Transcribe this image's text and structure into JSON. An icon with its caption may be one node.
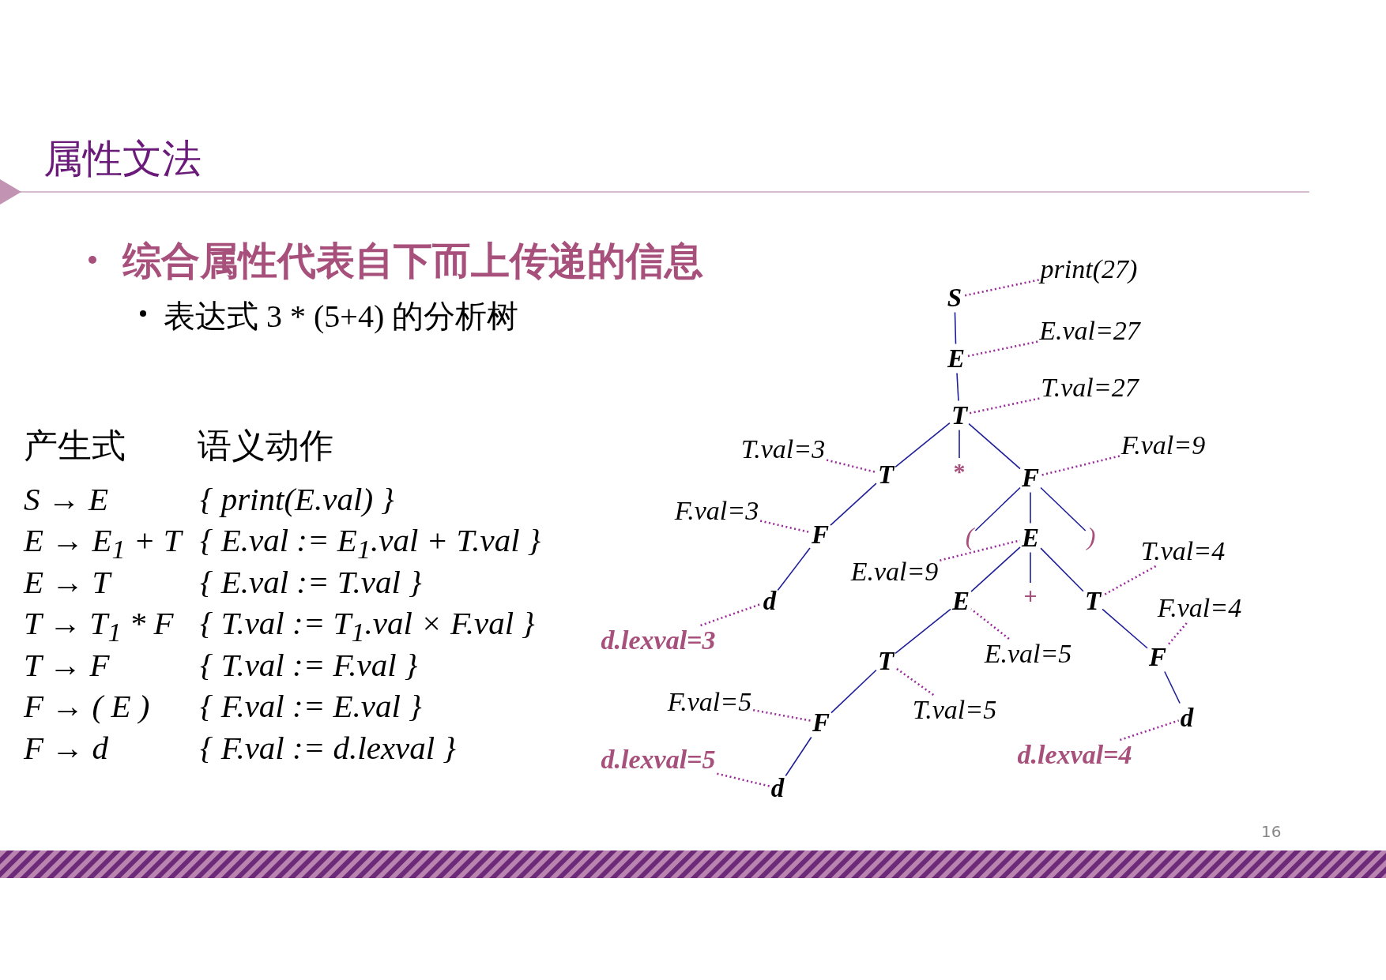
{
  "diagram": {
    "title": "属性文法",
    "nodes": [
      {
        "text": [
          "S"
        ]
      },
      {
        "text": [
          "E"
        ]
      },
      {
        "text": [
          "T"
        ]
      },
      {
        "text": [
          "T"
        ]
      },
      {
        "text": [
          "*"
        ]
      },
      {
        "text": [
          "F"
        ]
      },
      {
        "text": [
          "F"
        ]
      },
      {
        "text": [
          "("
        ]
      },
      {
        "text": [
          "E"
        ]
      },
      {
        "text": [
          ")"
        ]
      },
      {
        "text": [
          "d"
        ]
      },
      {
        "text": [
          "E"
        ]
      },
      {
        "text": [
          "+"
        ]
      },
      {
        "text": [
          "T"
        ]
      },
      {
        "text": [
          "T"
        ]
      },
      {
        "text": [
          "F"
        ]
      },
      {
        "text": [
          "F"
        ]
      },
      {
        "text": [
          "d"
        ]
      },
      {
        "text": [
          "d"
        ]
      },
      {
        "text": [
          "print(27)"
        ]
      },
      {
        "text": [
          "E.val=27"
        ]
      },
      {
        "text": [
          "T.val=27"
        ]
      },
      {
        "text": [
          "T.val=3"
        ]
      },
      {
        "text": [
          "F.val=9"
        ]
      },
      {
        "text": [
          "F.val=3"
        ]
      },
      {
        "text": [
          "E.val=9"
        ]
      },
      {
        "text": [
          "T.val=4"
        ]
      },
      {
        "text": [
          "F.val=4"
        ]
      },
      {
        "text": [
          "d.lexval=3"
        ]
      },
      {
        "text": [
          "E.val=5"
        ]
      },
      {
        "text": [
          "T.val=5"
        ]
      },
      {
        "text": [
          "F.val=5"
        ]
      },
      {
        "text": [
          "d.lexval=5"
        ]
      },
      {
        "text": [
          "d.lexval=4"
        ]
      }
    ],
    "edges": [
      {
        "from": 0,
        "to": 1,
        "arrow": "none"
      },
      {
        "from": 1,
        "to": 2,
        "arrow": "none"
      },
      {
        "from": 2,
        "to": 3,
        "arrow": "none"
      },
      {
        "from": 2,
        "to": 4,
        "arrow": "none"
      },
      {
        "from": 2,
        "to": 5,
        "arrow": "none"
      },
      {
        "from": 3,
        "to": 6,
        "arrow": "none"
      },
      {
        "from": 6,
        "to": 10,
        "arrow": "none"
      },
      {
        "from": 5,
        "to": 7,
        "arrow": "none"
      },
      {
        "from": 5,
        "to": 8,
        "arrow": "none"
      },
      {
        "from": 5,
        "to": 9,
        "arrow": "none"
      },
      {
        "from": 8,
        "to": 11,
        "arrow": "none"
      },
      {
        "from": 8,
        "to": 12,
        "arrow": "none"
      },
      {
        "from": 8,
        "to": 13,
        "arrow": "none"
      },
      {
        "from": 11,
        "to": 14,
        "arrow": "none"
      },
      {
        "from": 14,
        "to": 16,
        "arrow": "none"
      },
      {
        "from": 16,
        "to": 18,
        "arrow": "none"
      },
      {
        "from": 13,
        "to": 15,
        "arrow": "none"
      },
      {
        "from": 15,
        "to": 17,
        "arrow": "none"
      },
      {
        "from": 19,
        "to": 0,
        "arrow": "none",
        "style": "dashed",
        "color": "#9b2a9b"
      },
      {
        "from": 20,
        "to": 1,
        "arrow": "none",
        "style": "dashed",
        "color": "#9b2a9b"
      },
      {
        "from": 21,
        "to": 2,
        "arrow": "none",
        "style": "dashed",
        "color": "#9b2a9b"
      },
      {
        "from": 22,
        "to": 3,
        "arrow": "none",
        "style": "dashed",
        "color": "#9b2a9b"
      },
      {
        "from": 23,
        "to": 5,
        "arrow": "none",
        "style": "dashed",
        "color": "#9b2a9b"
      },
      {
        "from": 24,
        "to": 6,
        "arrow": "none",
        "style": "dashed",
        "color": "#9b2a9b"
      },
      {
        "from": 25,
        "to": 8,
        "arrow": "none",
        "style": "dashed",
        "color": "#9b2a9b"
      },
      {
        "from": 26,
        "to": 13,
        "arrow": "none",
        "style": "dashed",
        "color": "#9b2a9b"
      },
      {
        "from": 27,
        "to": 15,
        "arrow": "none",
        "style": "dashed",
        "color": "#9b2a9b"
      },
      {
        "from": 28,
        "to": 10,
        "arrow": "none",
        "style": "dashed",
        "color": "#9b2a9b"
      },
      {
        "from": 29,
        "to": 11,
        "arrow": "none",
        "style": "dashed",
        "color": "#9b2a9b"
      },
      {
        "from": 30,
        "to": 14,
        "arrow": "none",
        "style": "dashed",
        "color": "#9b2a9b"
      },
      {
        "from": 31,
        "to": 16,
        "arrow": "none",
        "style": "dashed",
        "color": "#9b2a9b"
      },
      {
        "from": 32,
        "to": 18,
        "arrow": "none",
        "style": "dashed",
        "color": "#9b2a9b"
      },
      {
        "from": 33,
        "to": 17,
        "arrow": "none",
        "style": "dashed",
        "color": "#9b2a9b"
      }
    ],
    "labels": [
      "综合属性代表自下而上传递的信息",
      "表达式 3 * (5+4) 的分析树",
      "产生式",
      "语义动作",
      "S → E",
      "{ print(E.val) }",
      "E → E$_{1}$ + T",
      "{ E.val := E$_{1}$.val + T.val }",
      "E → T",
      "{ E.val := T.val }",
      "T → T$_{1}$ * F",
      "{ T.val := T$_{1}$.val × F.val }",
      "T → F",
      "{ T.val := F.val }",
      "F → ( E )",
      "{ F.val := E.val }",
      "F → d",
      "{ F.val := d.lexval }",
      "16"
    ]
  }
}
